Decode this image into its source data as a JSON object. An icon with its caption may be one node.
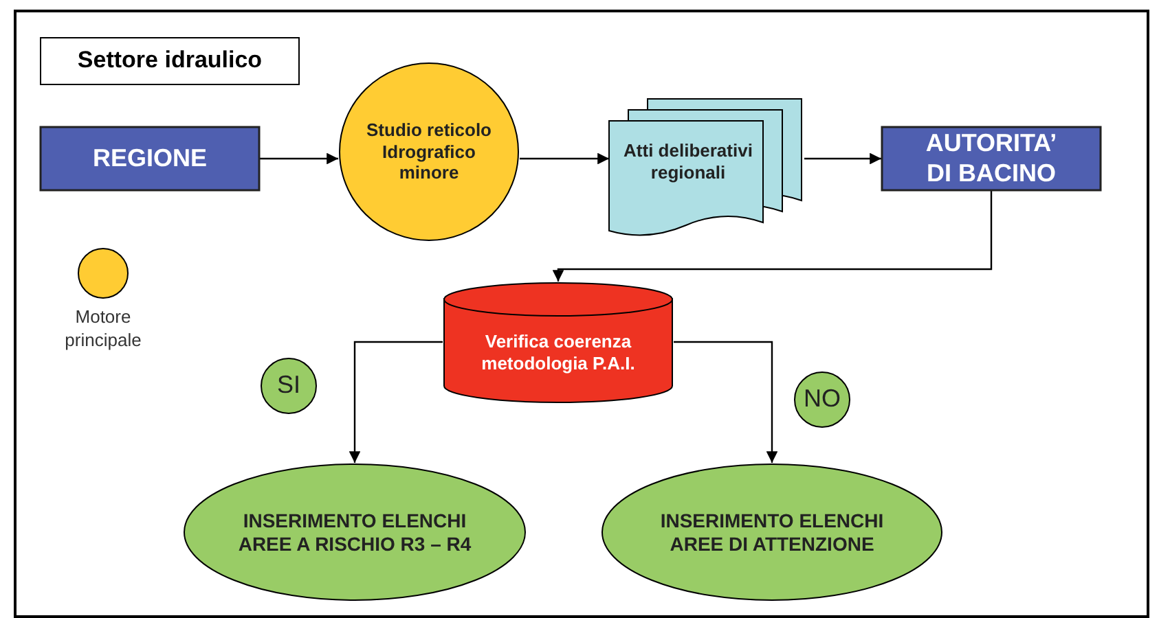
{
  "diagram": {
    "nodes": [
      {
        "text": [
          "Settore idraulico"
        ]
      },
      {
        "text": [
          "REGIONE"
        ]
      },
      {
        "text": [
          "Studio reticolo Idrografico minore"
        ]
      },
      {
        "text": [
          "Atti deliberativi regionali"
        ]
      },
      {
        "text": [
          "AUTORITA’ DI BACINO"
        ]
      },
      {
        "text": [
          "Verifica coerenza metodologia P.A.I."
        ]
      },
      {
        "text": [
          "SI"
        ]
      },
      {
        "text": [
          "NO"
        ]
      },
      {
        "text": [
          "INSERIMENTO ELENCHI AREE A RISCHIO R3 – R4"
        ]
      },
      {
        "text": [
          "INSERIMENTO ELENCHI AREE DI ATTENZIONE"
        ]
      }
    ],
    "edges": [
      {
        "from": 1,
        "to": 2,
        "arrow": "to"
      },
      {
        "from": 2,
        "to": 3,
        "arrow": "to"
      },
      {
        "from": 3,
        "to": 4,
        "arrow": "to"
      },
      {
        "from": 4,
        "to": 5,
        "arrow": "to"
      },
      {
        "from": 5,
        "to": 8,
        "arrow": "to"
      },
      {
        "from": 5,
        "to": 9,
        "arrow": "to"
      }
    ],
    "legend": [
      {
        "text": "Motore principale",
        "color": "#ffcc33"
      }
    ]
  }
}
